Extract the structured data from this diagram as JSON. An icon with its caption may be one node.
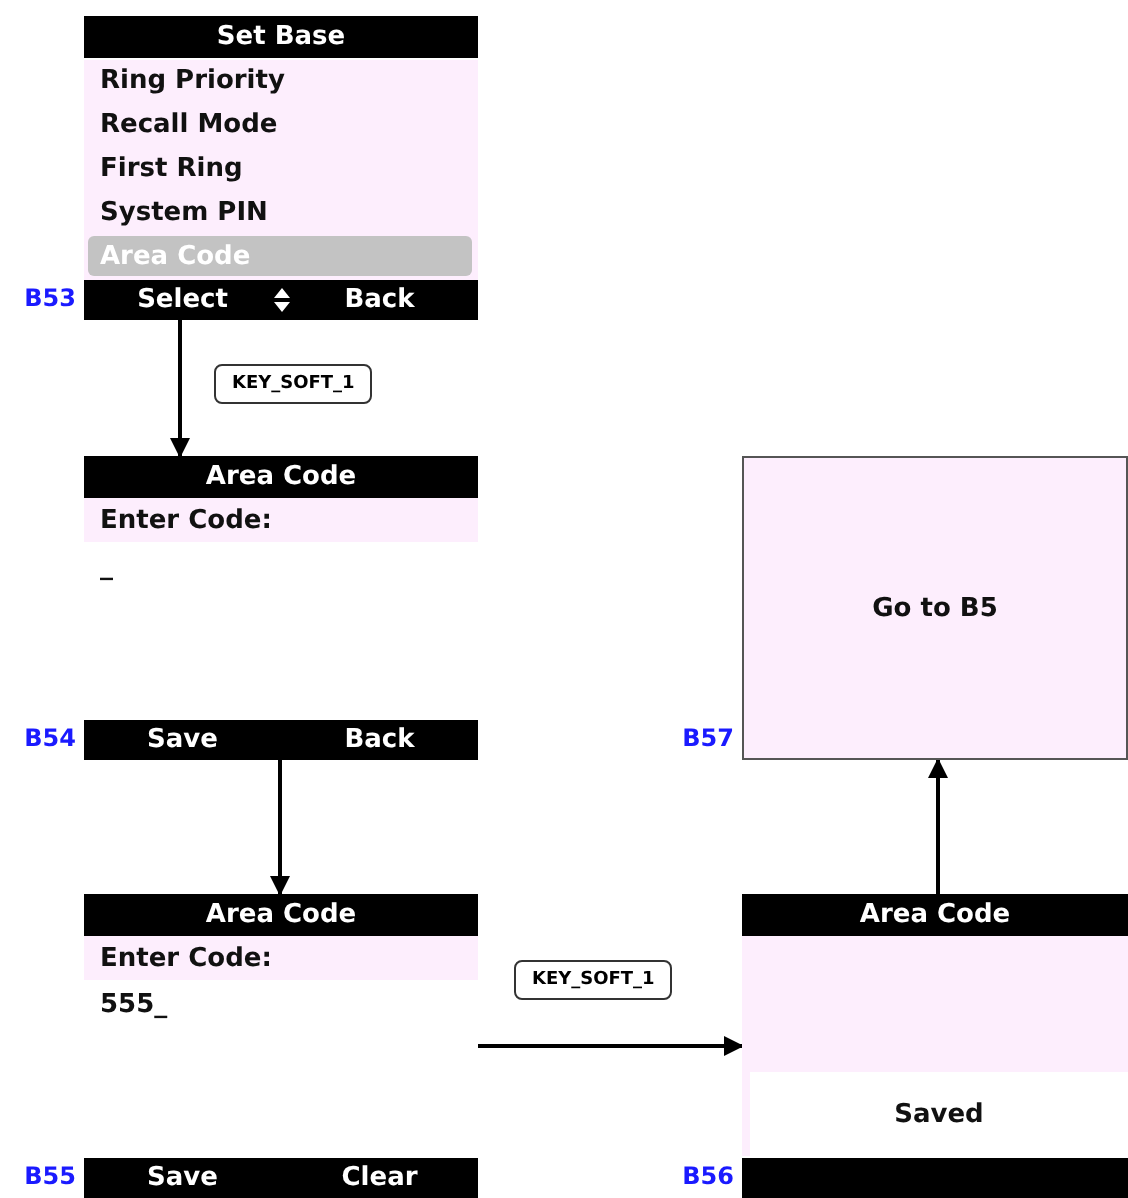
{
  "diagram": {
    "nodes": [
      {
        "text": [
          "Set Base",
          "Ring Priority",
          "Recall Mode",
          "First Ring",
          "System PIN",
          "Area Code",
          "Select",
          "Back"
        ],
        "beside": [
          "B53"
        ]
      },
      {
        "text": [
          "Area Code",
          "Enter Code:",
          "_",
          "Save",
          "Back"
        ],
        "beside": [
          "B54"
        ]
      },
      {
        "text": [
          "Area Code",
          "Enter Code:",
          "555_",
          "Save",
          "Clear"
        ],
        "beside": [
          "B55"
        ]
      },
      {
        "text": [
          "Area Code",
          "Saved"
        ],
        "beside": [
          "B56"
        ]
      },
      {
        "text": [
          "Go to B5"
        ],
        "beside": [
          "B57"
        ]
      }
    ],
    "edges": [
      {
        "from": 0,
        "to": 1,
        "arrow": "to",
        "label": "KEY_SOFT_1"
      },
      {
        "from": 1,
        "to": 2,
        "arrow": "to"
      },
      {
        "from": 2,
        "to": 3,
        "arrow": "to",
        "label": "KEY_SOFT_1"
      },
      {
        "from": 3,
        "to": 4,
        "arrow": "to"
      }
    ]
  }
}
